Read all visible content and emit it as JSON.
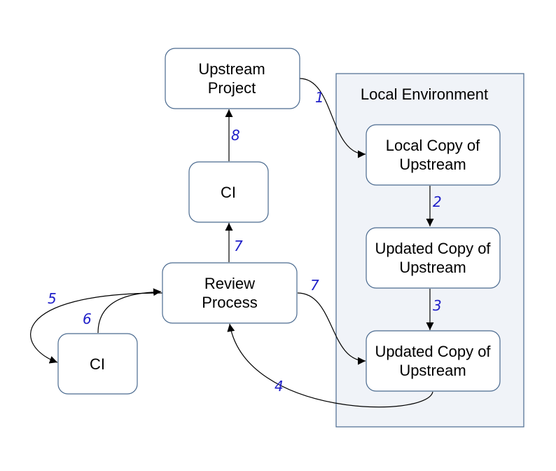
{
  "group": {
    "label": "Local Environment"
  },
  "nodes": {
    "upstream": [
      "Upstream",
      "Project"
    ],
    "ci_top": [
      "CI"
    ],
    "review": [
      "Review",
      "Process"
    ],
    "ci_left": [
      "CI"
    ],
    "local_copy": [
      "Local Copy of",
      "Upstream"
    ],
    "updated_copy_1": [
      "Updated Copy of",
      "Upstream"
    ],
    "updated_copy_2": [
      "Updated Copy of",
      "Upstream"
    ]
  },
  "edges": {
    "e1": "1",
    "e2": "2",
    "e3": "3",
    "e4": "4",
    "e5": "5",
    "e6": "6",
    "e7_up": "7",
    "e7_right": "7",
    "e8": "8"
  },
  "colors": {
    "box_stroke": "#4a6a8f",
    "group_fill": "#f0f3f8",
    "edge_label": "#1f1fc8"
  }
}
